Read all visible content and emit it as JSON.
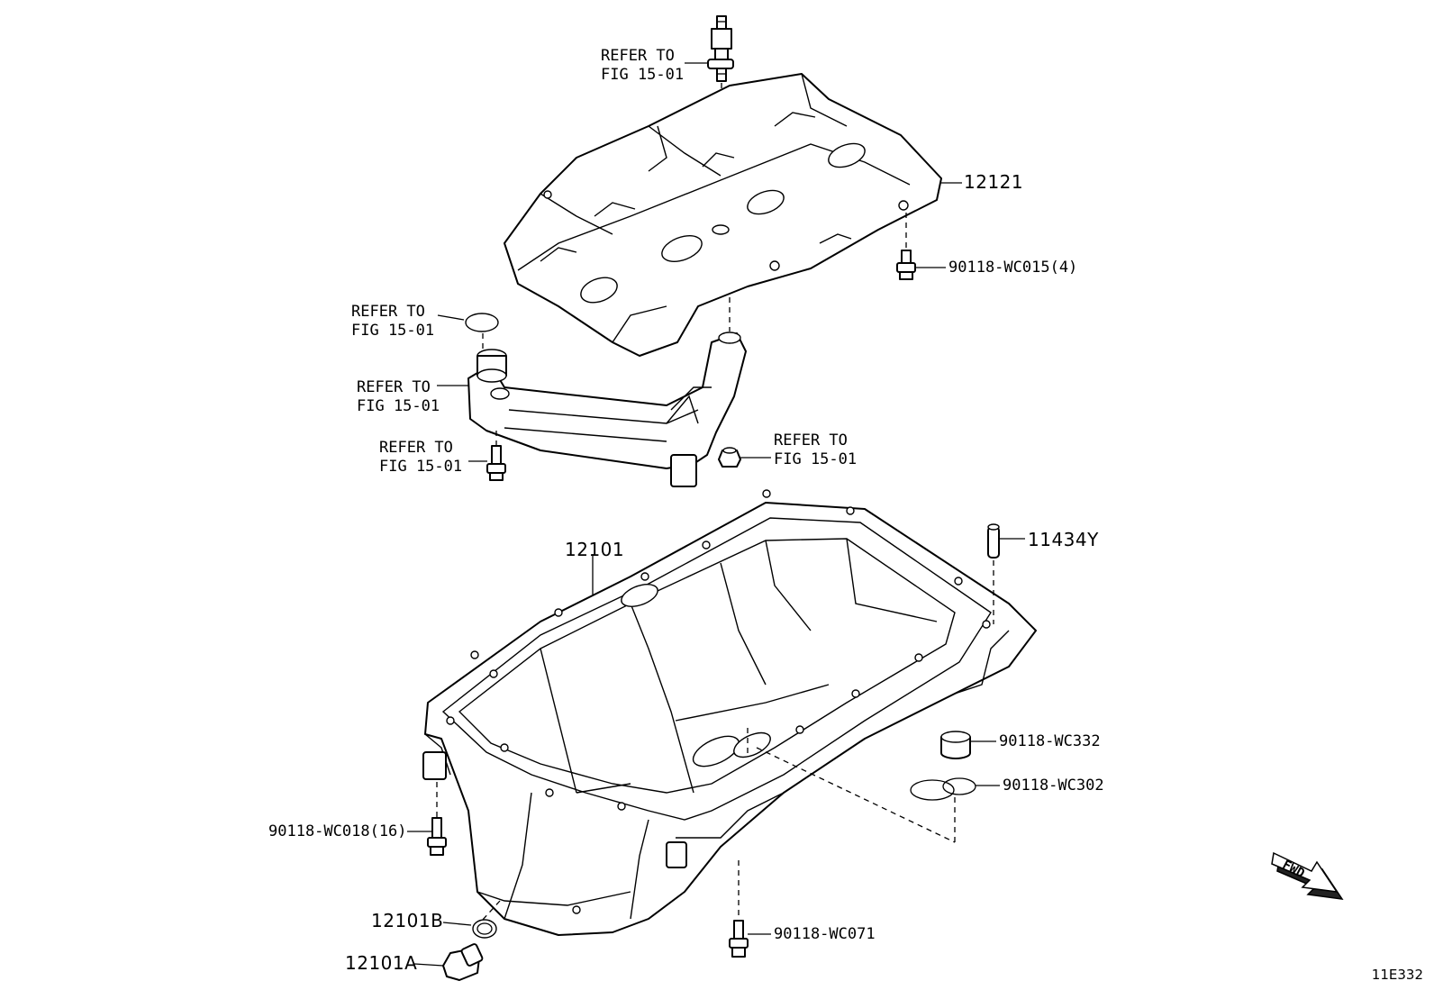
{
  "refer": {
    "line1": "REFER TO",
    "line2": "FIG 15-01"
  },
  "parts": {
    "baffle_plate": "12121",
    "bolt_baffle": "90118-WC015(4)",
    "oil_pan": "12101",
    "pin": "11434Y",
    "cap": "90118-WC332",
    "ring": "90118-WC302",
    "bolt_pan": "90118-WC018(16)",
    "gasket": "12101B",
    "drain_plug": "12101A",
    "bolt_bottom": "90118-WC071"
  },
  "fwd_label": "FWD",
  "diagram_code": "11E332"
}
